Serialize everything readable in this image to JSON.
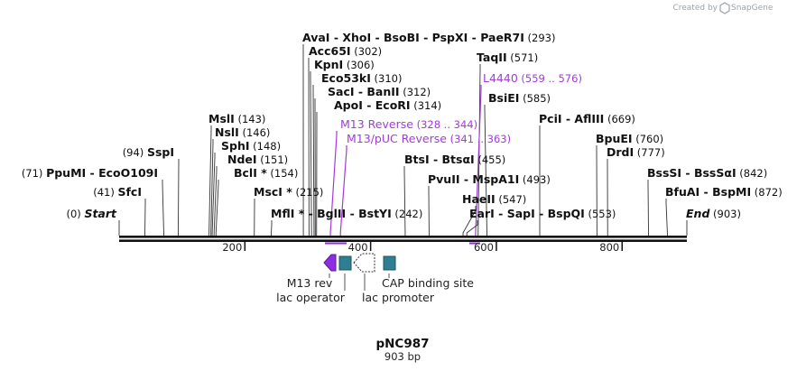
{
  "branding": {
    "created_by": "Created by",
    "product": "SnapGene"
  },
  "map": {
    "name": "pNC987",
    "length_label": "903 bp",
    "length": 903,
    "ticks": [
      200,
      400,
      600,
      800
    ]
  },
  "sites": [
    {
      "segs": [
        {
          "t": "AvaI"
        },
        {
          "t": "  -  XhoI"
        },
        {
          "t": "  -  BsoBI"
        },
        {
          "t": "  -  PspXI"
        },
        {
          "t": "  -  PaeR7I"
        }
      ],
      "pos": "(293)",
      "bp": 293
    },
    {
      "segs": [
        {
          "t": "Acc65I"
        }
      ],
      "pos": "(302)",
      "bp": 302
    },
    {
      "segs": [
        {
          "t": "KpnI"
        }
      ],
      "pos": "(306)",
      "bp": 306
    },
    {
      "segs": [
        {
          "t": "Eco53kI"
        }
      ],
      "pos": "(310)",
      "bp": 310
    },
    {
      "segs": [
        {
          "t": "SacI"
        },
        {
          "t": "  -  BanII"
        }
      ],
      "pos": "(312)",
      "bp": 312
    },
    {
      "segs": [
        {
          "t": "ApoI"
        },
        {
          "t": "  -  EcoRI"
        }
      ],
      "pos": "(314)",
      "bp": 314
    },
    {
      "segs": [
        {
          "t": "M13 Reverse"
        }
      ],
      "pos": "(328 .. 344)",
      "bp": 336,
      "primer": true
    },
    {
      "segs": [
        {
          "t": "M13/pUC Reverse"
        }
      ],
      "pos": "(341 .. 363)",
      "bp": 352,
      "primer": true
    },
    {
      "segs": [
        {
          "t": "MslI"
        }
      ],
      "pos": "(143)",
      "bp": 143
    },
    {
      "segs": [
        {
          "t": "NslI"
        }
      ],
      "pos": "(146)",
      "bp": 146
    },
    {
      "segs": [
        {
          "t": "SphI"
        }
      ],
      "pos": "(148)",
      "bp": 148
    },
    {
      "segs": [
        {
          "t": "NdeI"
        }
      ],
      "pos": "(151)",
      "bp": 151
    },
    {
      "segs": [
        {
          "t": "BclI *"
        }
      ],
      "pos": "(154)",
      "bp": 154
    },
    {
      "segs": [
        {
          "t": "SspI"
        }
      ],
      "pos": "(94)",
      "pos_first": true,
      "bp": 94
    },
    {
      "segs": [
        {
          "t": "PpuMI"
        },
        {
          "t": "  -  EcoO109I"
        }
      ],
      "pos": "(71)",
      "pos_first": true,
      "bp": 71
    },
    {
      "segs": [
        {
          "t": "SfcI"
        }
      ],
      "pos": "(41)",
      "pos_first": true,
      "bp": 41
    },
    {
      "segs": [
        {
          "t": "Start",
          "it": true
        }
      ],
      "pos": "(0)",
      "pos_first": true,
      "bp": 0
    },
    {
      "segs": [
        {
          "t": "MscI *"
        }
      ],
      "pos": "(215)",
      "bp": 215
    },
    {
      "segs": [
        {
          "t": "MflI *"
        },
        {
          "t": "  -  BglII"
        },
        {
          "t": "  -  BstYI"
        }
      ],
      "pos": "(242)",
      "bp": 242
    },
    {
      "segs": [
        {
          "t": "TaqII"
        }
      ],
      "pos": "(571)",
      "bp": 571
    },
    {
      "segs": [
        {
          "t": "L4440"
        }
      ],
      "pos": "(559 .. 576)",
      "bp": 567,
      "primer": true
    },
    {
      "segs": [
        {
          "t": "BsiEI"
        }
      ],
      "pos": "(585)",
      "bp": 585
    },
    {
      "segs": [
        {
          "t": "BtsI"
        },
        {
          "t": "  -  BtsαI"
        }
      ],
      "pos": "(455)",
      "bp": 455
    },
    {
      "segs": [
        {
          "t": "PvuII"
        },
        {
          "t": "  -  MspA1I"
        }
      ],
      "pos": "(493)",
      "bp": 493
    },
    {
      "segs": [
        {
          "t": "HaeII"
        }
      ],
      "pos": "(547)",
      "bp": 547
    },
    {
      "segs": [
        {
          "t": "EarI"
        },
        {
          "t": "  -  SapI"
        },
        {
          "t": "  -  BspQI"
        }
      ],
      "pos": "(553)",
      "bp": 553
    },
    {
      "segs": [
        {
          "t": "PciI"
        },
        {
          "t": "  -  AflIII"
        }
      ],
      "pos": "(669)",
      "bp": 669
    },
    {
      "segs": [
        {
          "t": "BpuEI"
        }
      ],
      "pos": "(760)",
      "bp": 760
    },
    {
      "segs": [
        {
          "t": "DrdI"
        }
      ],
      "pos": "(777)",
      "bp": 777
    },
    {
      "segs": [
        {
          "t": "BssSI"
        },
        {
          "t": "  -  BssSαI"
        }
      ],
      "pos": "(842)",
      "bp": 842
    },
    {
      "segs": [
        {
          "t": "BfuAI"
        },
        {
          "t": "  -  BspMI"
        }
      ],
      "pos": "(872)",
      "bp": 872
    },
    {
      "segs": [
        {
          "t": "End",
          "it": true
        }
      ],
      "pos": "(903)",
      "bp": 903
    }
  ],
  "features": [
    {
      "name": "M13 rev",
      "type": "primer_bind",
      "color": "#8e2ee0"
    },
    {
      "name": "lac operator",
      "type": "protein_bind",
      "color": "#2f7e91"
    },
    {
      "name": "lac promoter",
      "type": "promoter",
      "color": "#ffffff"
    },
    {
      "name": "CAP binding site",
      "type": "protein_bind",
      "color": "#2f7e91"
    }
  ],
  "colors": {
    "primer": "#a23bd9",
    "feature_teal": "#2f7e91",
    "primer_arrow": "#8e2ee0",
    "backbone": "#111111"
  }
}
